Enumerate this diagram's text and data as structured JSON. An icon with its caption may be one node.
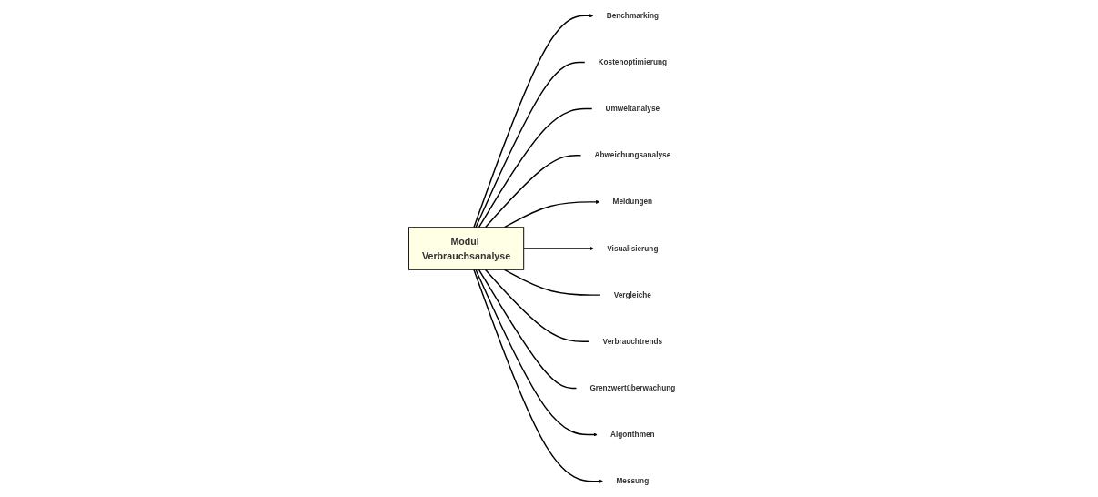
{
  "diagram": {
    "nodes": [
      {
        "text": [
          "Modul Verbrauchsanalyse"
        ]
      },
      {
        "text": [
          "Benchmarking"
        ]
      },
      {
        "text": [
          "Kostenoptimierung"
        ]
      },
      {
        "text": [
          "Umweltanalyse"
        ]
      },
      {
        "text": [
          "Abweichungsanalyse"
        ]
      },
      {
        "text": [
          "Meldungen"
        ]
      },
      {
        "text": [
          "Visualisierung"
        ]
      },
      {
        "text": [
          "Vergleiche"
        ]
      },
      {
        "text": [
          "Verbrauchtrends"
        ]
      },
      {
        "text": [
          "Grenzwertüberwachung"
        ]
      },
      {
        "text": [
          "Algorithmen"
        ]
      },
      {
        "text": [
          "Messung"
        ]
      }
    ],
    "edges": [
      {
        "from": 0,
        "to": 1,
        "arrow": "to"
      },
      {
        "from": 0,
        "to": 2,
        "arrow": "none"
      },
      {
        "from": 0,
        "to": 3,
        "arrow": "none"
      },
      {
        "from": 0,
        "to": 4,
        "arrow": "none"
      },
      {
        "from": 0,
        "to": 5,
        "arrow": "to"
      },
      {
        "from": 0,
        "to": 6,
        "arrow": "to"
      },
      {
        "from": 0,
        "to": 7,
        "arrow": "none"
      },
      {
        "from": 0,
        "to": 8,
        "arrow": "none"
      },
      {
        "from": 0,
        "to": 9,
        "arrow": "none"
      },
      {
        "from": 0,
        "to": 10,
        "arrow": "to"
      },
      {
        "from": 0,
        "to": 11,
        "arrow": "to"
      }
    ]
  }
}
